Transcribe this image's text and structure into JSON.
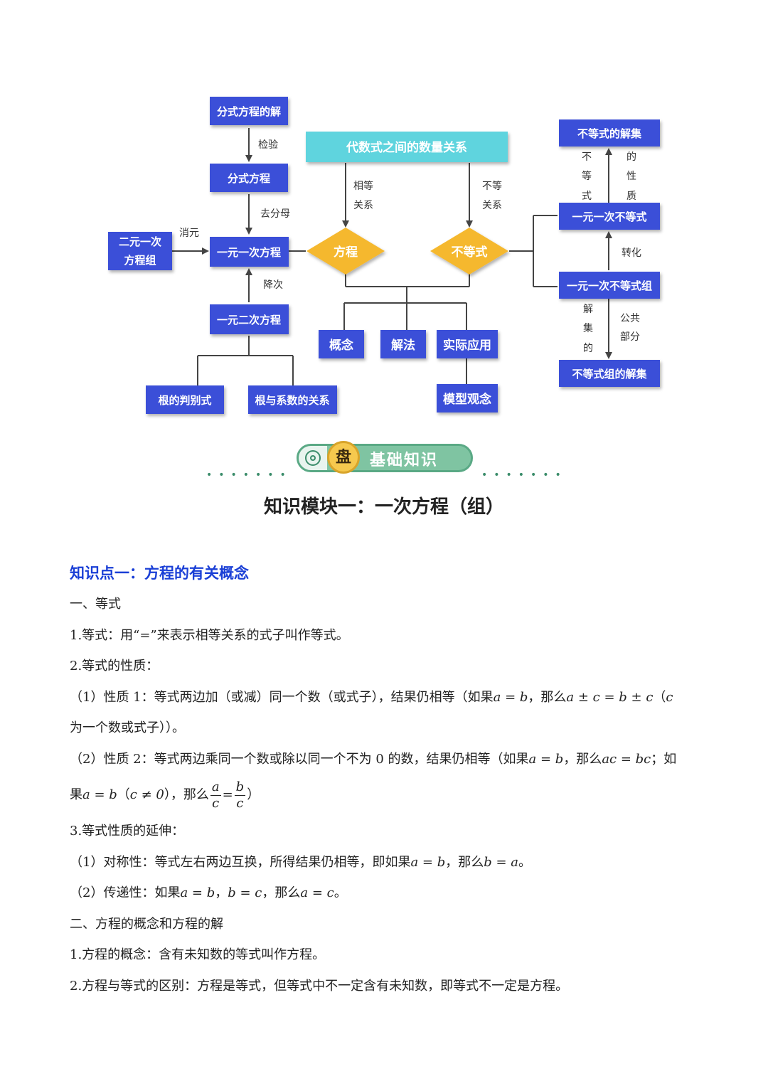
{
  "diagram": {
    "nodes": {
      "fenshi_jie": "分式方程的解",
      "fenshi": "分式方程",
      "eryuan_yici": [
        "二元一次",
        "方程组"
      ],
      "yiyuan_yici": "一元一次方程",
      "yiyuan_erci": "一元二次方程",
      "pan_bie_shi": "根的判别式",
      "gen_xishu": "根与系数的关系",
      "top_bar": "代数式之间的数量关系",
      "fangcheng": "方程",
      "budengshi": "不等式",
      "gainian": "概念",
      "jiefa": "解法",
      "shiji": "实际应用",
      "moxing": "模型观念",
      "bds_jieji": "不等式的解集",
      "yiyuan_bds": "一元一次不等式",
      "yiyuan_bdsz": "一元一次不等式组",
      "bdsz_jieji": "不等式组的解集"
    },
    "labels": {
      "jianyan": "检验",
      "qufenmu": "去分母",
      "xiaoyuan": "消元",
      "jiangci": "降次",
      "xiangdeng": [
        "相等",
        "关系"
      ],
      "budeng": [
        "不等",
        "关系"
      ],
      "xingzhi_left": [
        "不",
        "等",
        "式"
      ],
      "xingzhi_right": [
        "的",
        "性",
        "质"
      ],
      "zhuanhua": "转化",
      "jiejide": [
        "解",
        "集",
        "的"
      ],
      "gonggong": [
        "公共",
        "部分"
      ]
    }
  },
  "banner": {
    "medal": "盘",
    "title": "基础知识"
  },
  "section_title": "知识模块一：一次方程（组）",
  "content": {
    "kp1": "知识点一：方程的有关概念",
    "h1": "一、等式",
    "l1": "1.等式：用“=”来表示相等关系的式子叫作等式。",
    "l2": "2.等式的性质：",
    "l3a": "（1）性质 1：等式两边加（或减）同一个数（或式子），结果仍相等（如果",
    "l3m1": "a = b",
    "l3b": "，那么",
    "l3m2": "a ± c = b ± c",
    "l3c": "（",
    "l3m3": "c",
    "l4": "为一个数或式子））。",
    "l5a": "（2）性质 2：等式两边乘同一个数或除以同一个不为 0 的数，结果仍相等（如果",
    "l5m1": "a = b",
    "l5b": "，那么",
    "l5m2": "ac = bc",
    "l5c": "；如",
    "l6a": "果",
    "l6m1": "a = b",
    "l6b": "（",
    "l6m2": "c ≠ 0",
    "l6c": "），那么",
    "l6fa_num": "a",
    "l6fa_den": "c",
    "l6eq": "=",
    "l6fb_num": "b",
    "l6fb_den": "c",
    "l6d": "）",
    "l7": "3.等式性质的延伸：",
    "l8a": "（1）对称性：等式左右两边互换，所得结果仍相等，即如果",
    "l8m1": "a = b",
    "l8b": "，那么",
    "l8m2": "b = a",
    "l8c": "。",
    "l9a": "（2）传递性：如果",
    "l9m1": "a = b",
    "l9b": "，",
    "l9m2": "b = c",
    "l9c": "，那么",
    "l9m3": "a = c",
    "l9d": "。",
    "h2": "二、方程的概念和方程的解",
    "l10": "1.方程的概念：含有未知数的等式叫作方程。",
    "l11": "2.方程与等式的区别：方程是等式，但等式中不一定含有未知数，即等式不一定是方程。"
  },
  "colors": {
    "box": "#3b4fd8",
    "top_bar": "#5fd4de",
    "diamond": "#f5b82e",
    "heading_blue": "#1a3fd6",
    "banner_green": "#7fc4a2"
  }
}
